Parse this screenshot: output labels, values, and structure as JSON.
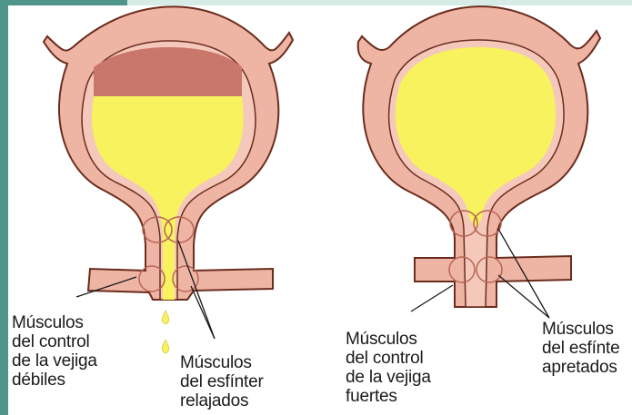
{
  "colors": {
    "frame_accent": "#4f9488",
    "frame_light": "#d7ece6",
    "wall_fill": "#efb5a4",
    "wall_outline": "#6b2c1e",
    "urine": "#f7f25e",
    "dark_band": "#c9776a",
    "muscle_ring": "#b86454"
  },
  "labels": {
    "left_weak_muscles": "Músculos\ndel control\nde la vejiga\ndébiles",
    "left_relaxed_sphincter": "Músculos\ndel esfínter\nrelajados",
    "right_strong_muscles": "Músculos\ndel control\nde la vejiga\nfuertes",
    "right_tight_sphincter": "Músculos\ndel esfínte\napretados"
  }
}
